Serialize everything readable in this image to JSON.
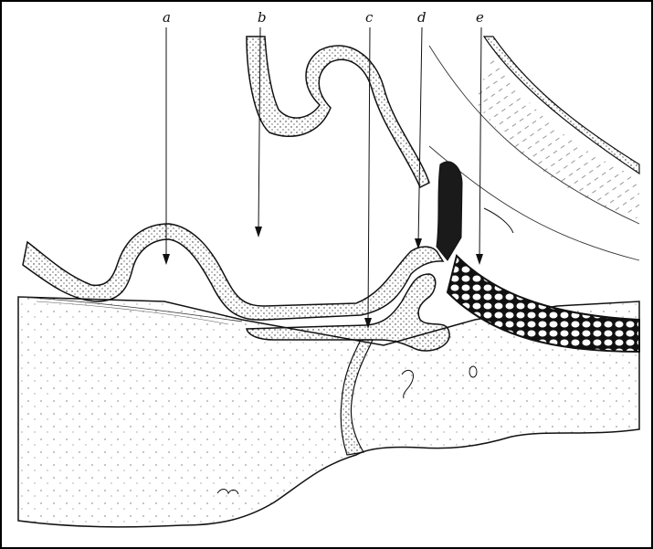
{
  "figure": {
    "labels": {
      "a": "a",
      "b": "b",
      "c": "c",
      "d": "d",
      "e": "e"
    }
  },
  "colors": {
    "ink": "#111111",
    "paper": "#ffffff",
    "stipple": "#222222"
  }
}
